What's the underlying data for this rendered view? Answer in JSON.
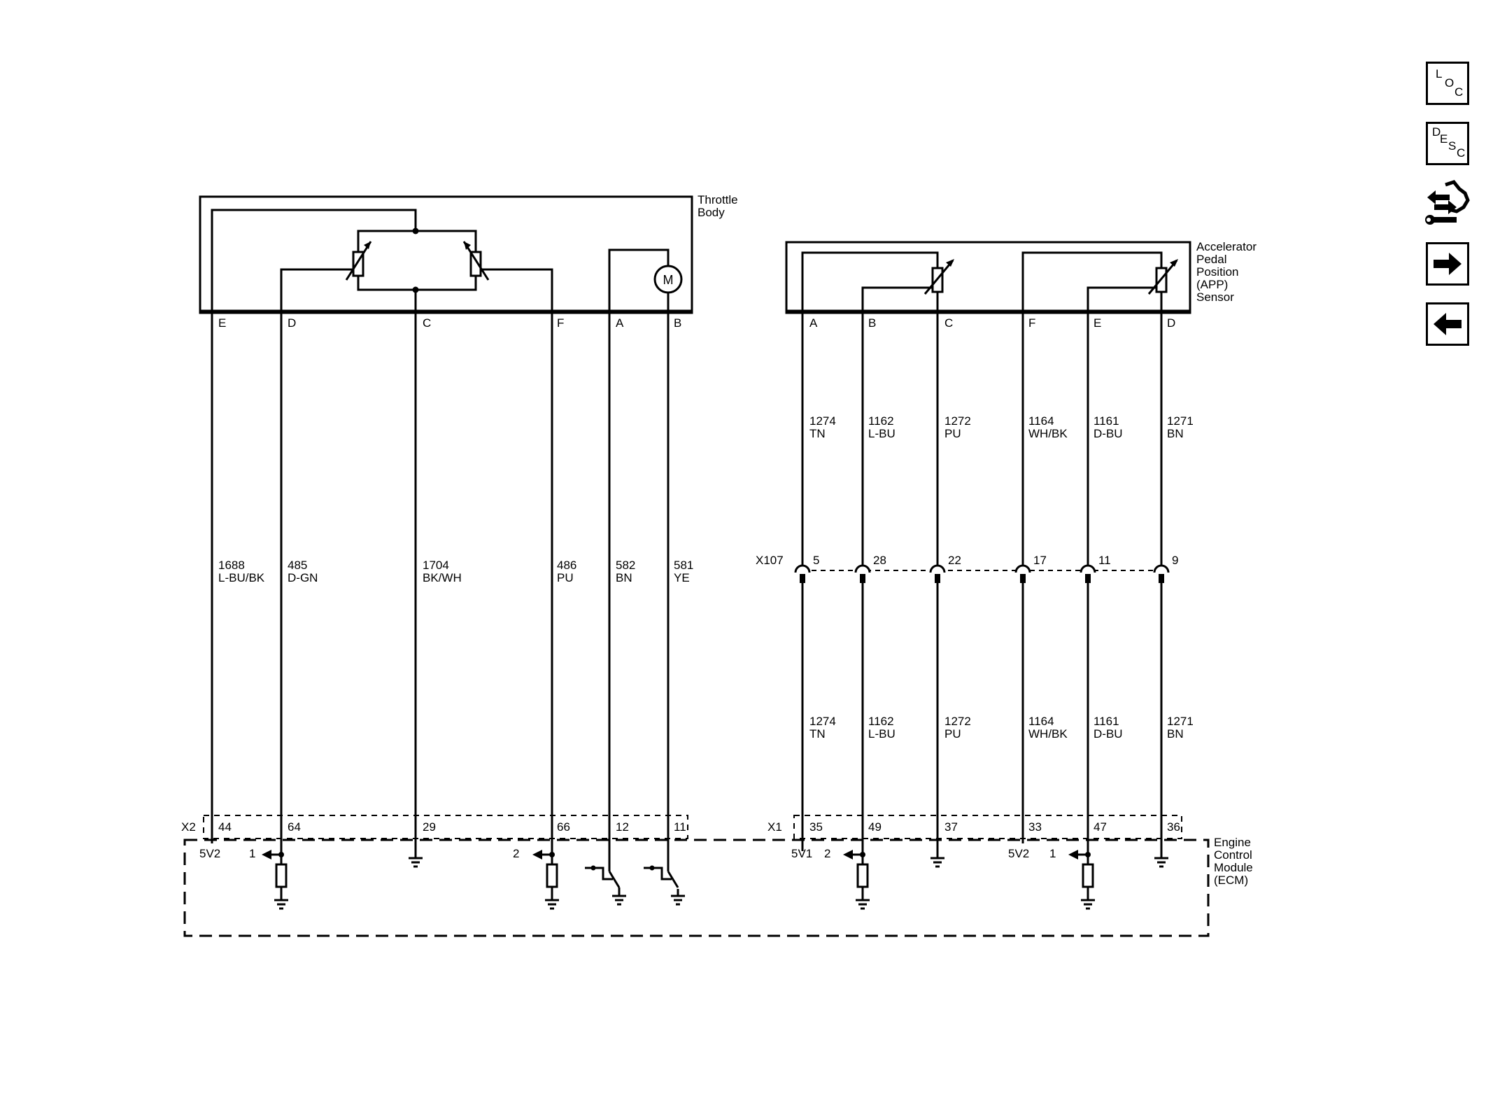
{
  "components": {
    "throttle_body": [
      "Throttle",
      "Body"
    ],
    "app_sensor": [
      "Accelerator",
      "Pedal",
      "Position",
      "(APP)",
      "Sensor"
    ],
    "ecm": [
      "Engine",
      "Control",
      "Module",
      "(ECM)"
    ]
  },
  "connectors": {
    "x2": "X2",
    "x1": "X1",
    "x107": "X107"
  },
  "motor": "M",
  "throttle_circuits": [
    {
      "pin": "E",
      "circuit": "1688",
      "color": "L-BU/BK",
      "ecm_pin": "44",
      "ecm_label": "5V2"
    },
    {
      "pin": "D",
      "circuit": "485",
      "color": "D-GN",
      "ecm_pin": "64",
      "ecm_label": "1"
    },
    {
      "pin": "C",
      "circuit": "1704",
      "color": "BK/WH",
      "ecm_pin": "29"
    },
    {
      "pin": "F",
      "circuit": "486",
      "color": "PU",
      "ecm_pin": "66",
      "ecm_label": "2"
    },
    {
      "pin": "A",
      "circuit": "582",
      "color": "BN",
      "ecm_pin": "12"
    },
    {
      "pin": "B",
      "circuit": "581",
      "color": "YE",
      "ecm_pin": "11"
    }
  ],
  "app_circuits": [
    {
      "pin": "A",
      "circuit": "1274",
      "color": "TN",
      "x107_pin": "5",
      "ecm_pin": "35",
      "ecm_label": "5V1"
    },
    {
      "pin": "B",
      "circuit": "1162",
      "color": "L-BU",
      "x107_pin": "28",
      "ecm_pin": "49",
      "ecm_label": "2"
    },
    {
      "pin": "C",
      "circuit": "1272",
      "color": "PU",
      "x107_pin": "22",
      "ecm_pin": "37"
    },
    {
      "pin": "F",
      "circuit": "1164",
      "color": "WH/BK",
      "x107_pin": "17",
      "ecm_pin": "33",
      "ecm_label": "5V2"
    },
    {
      "pin": "E",
      "circuit": "1161",
      "color": "D-BU",
      "x107_pin": "11",
      "ecm_pin": "47",
      "ecm_label": "1"
    },
    {
      "pin": "D",
      "circuit": "1271",
      "color": "BN",
      "x107_pin": "9",
      "ecm_pin": "36"
    }
  ],
  "nav": {
    "loc": [
      "L",
      "O",
      "C"
    ],
    "desc": [
      "D",
      "E",
      "S",
      "C"
    ],
    "tools_icon": "wrench-arrows-icon",
    "next_icon": "arrow-right-icon",
    "prev_icon": "arrow-left-icon"
  }
}
